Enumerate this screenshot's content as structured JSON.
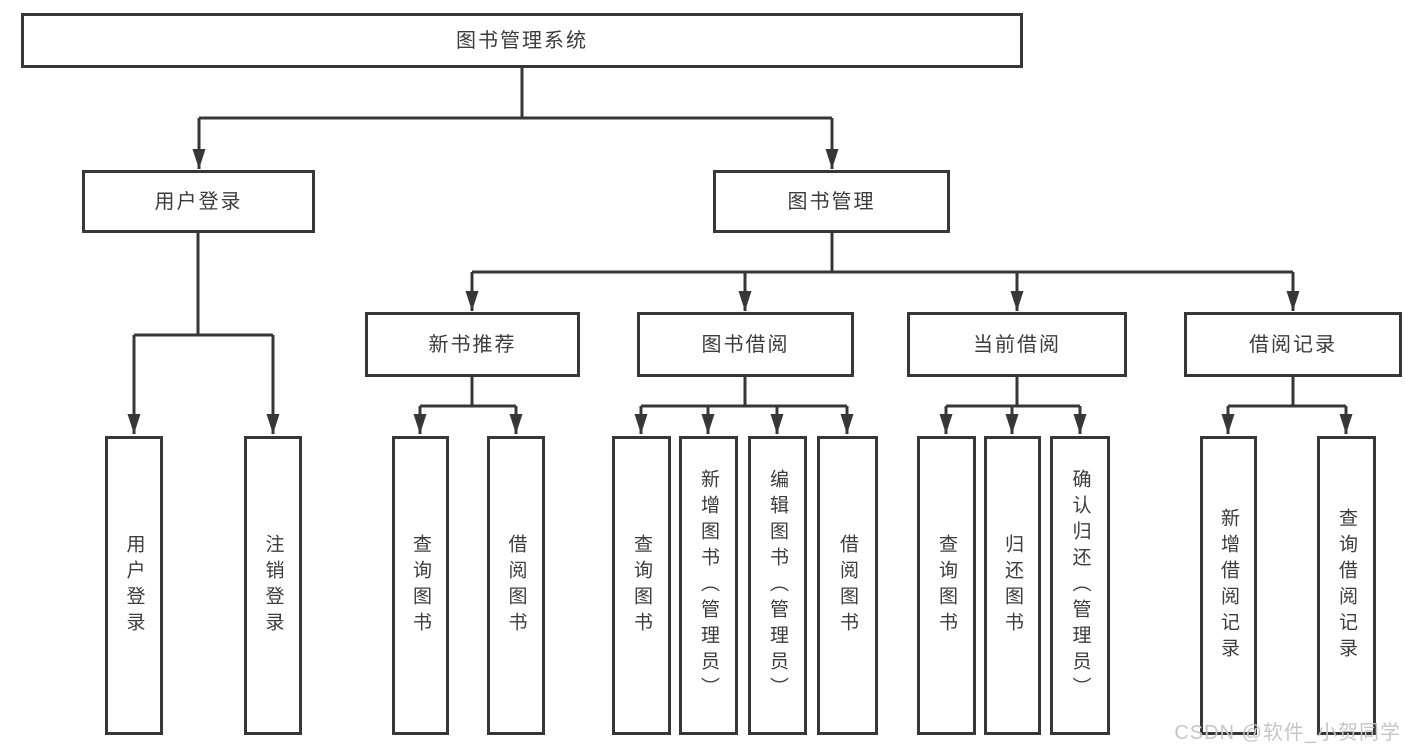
{
  "diagram": {
    "type": "tree",
    "root": {
      "label": "图书管理系统",
      "children": [
        {
          "label": "用户登录",
          "children": [
            {
              "label": "用户登录"
            },
            {
              "label": "注销登录"
            }
          ]
        },
        {
          "label": "图书管理",
          "children": [
            {
              "label": "新书推荐",
              "children": [
                {
                  "label": "查询图书"
                },
                {
                  "label": "借阅图书"
                }
              ]
            },
            {
              "label": "图书借阅",
              "children": [
                {
                  "label": "查询图书"
                },
                {
                  "label": "新增图书（管理员）"
                },
                {
                  "label": "编辑图书（管理员）"
                },
                {
                  "label": "借阅图书"
                }
              ]
            },
            {
              "label": "当前借阅",
              "children": [
                {
                  "label": "查询图书"
                },
                {
                  "label": "归还图书"
                },
                {
                  "label": "确认归还（管理员）"
                }
              ]
            },
            {
              "label": "借阅记录",
              "children": [
                {
                  "label": "新增借阅记录"
                },
                {
                  "label": "查询借阅记录"
                }
              ]
            }
          ]
        }
      ]
    },
    "watermark": {
      "text": "CSDN @软件_小贺同学",
      "color": "#c6c6c6"
    },
    "colors": {
      "line": "#373737",
      "text": "#3c3c3c",
      "background": "#ffffff"
    }
  }
}
